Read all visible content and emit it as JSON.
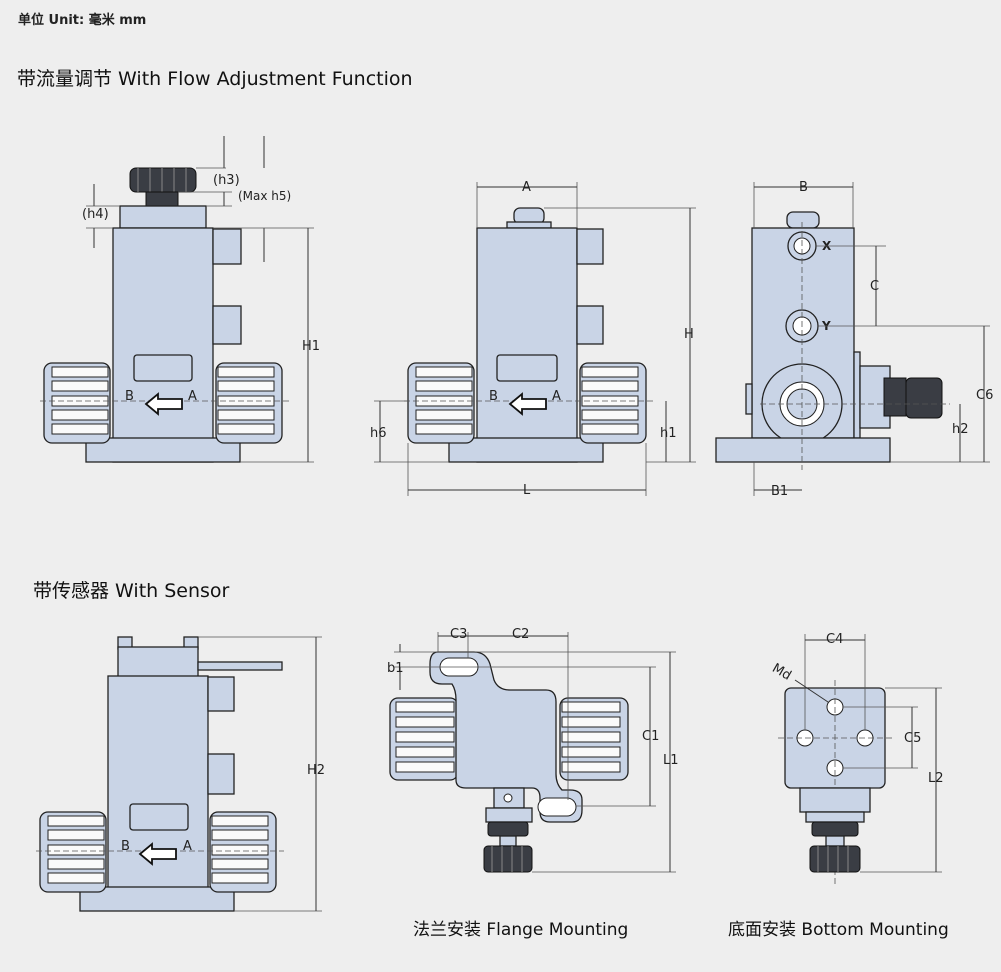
{
  "unit_label": "单位 Unit: 毫米 mm",
  "section1_title": "带流量调节 With Flow Adjustment Function",
  "section2_title": "带传感器 With Sensor",
  "flange_caption": "法兰安装 Flange Mounting",
  "bottom_caption": "底面安装 Bottom Mounting",
  "dims": {
    "h3": "(h3)",
    "max_h5": "(Max h5)",
    "h4": "(h4)",
    "H1": "H1",
    "A": "A",
    "H": "H",
    "h6": "h6",
    "h1": "h1",
    "L": "L",
    "B": "B",
    "C": "C",
    "C6": "C6",
    "h2": "h2",
    "B1": "B1",
    "H2": "H2",
    "C3": "C3",
    "C2": "C2",
    "b1": "b1",
    "C1": "C1",
    "L1": "L1",
    "C4": "C4",
    "Md": "Md",
    "C5": "C5",
    "L2": "L2"
  },
  "ports": {
    "b": "B",
    "a": "A",
    "x": "X",
    "y": "Y"
  }
}
